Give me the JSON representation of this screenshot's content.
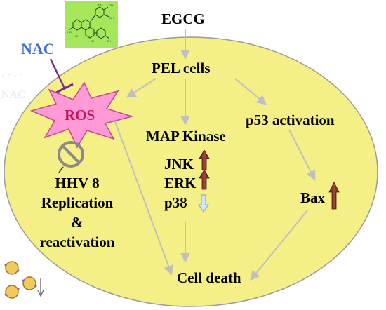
{
  "inhibitor": {
    "label": "NAC",
    "color": "#3b6fd1"
  },
  "compound": {
    "label": "EGCG",
    "structure_icon": "molecule-icon"
  },
  "cell": {
    "label": "PEL cells",
    "fill": "#f5ef87"
  },
  "ros": {
    "label": "ROS",
    "fill": "#ff9ad6",
    "text_color": "#c2185b"
  },
  "virus": {
    "lines": [
      "HHV 8",
      "Replication",
      "&",
      "reactivation"
    ],
    "blocked_icon": "prohibited-icon"
  },
  "map_kinase": {
    "title": "MAP Kinase",
    "items": [
      {
        "label": "JNK",
        "direction": "up"
      },
      {
        "label": "ERK",
        "direction": "up"
      },
      {
        "label": "p38",
        "direction": "down"
      }
    ]
  },
  "p53": {
    "label": "p53 activation"
  },
  "bax": {
    "label": "Bax",
    "direction": "up"
  },
  "outcome": {
    "label": "Cell death"
  },
  "arrow_colors": {
    "up": "#8b3a2e",
    "down": "#9ec9f0",
    "flow": "#bfbfbf"
  }
}
